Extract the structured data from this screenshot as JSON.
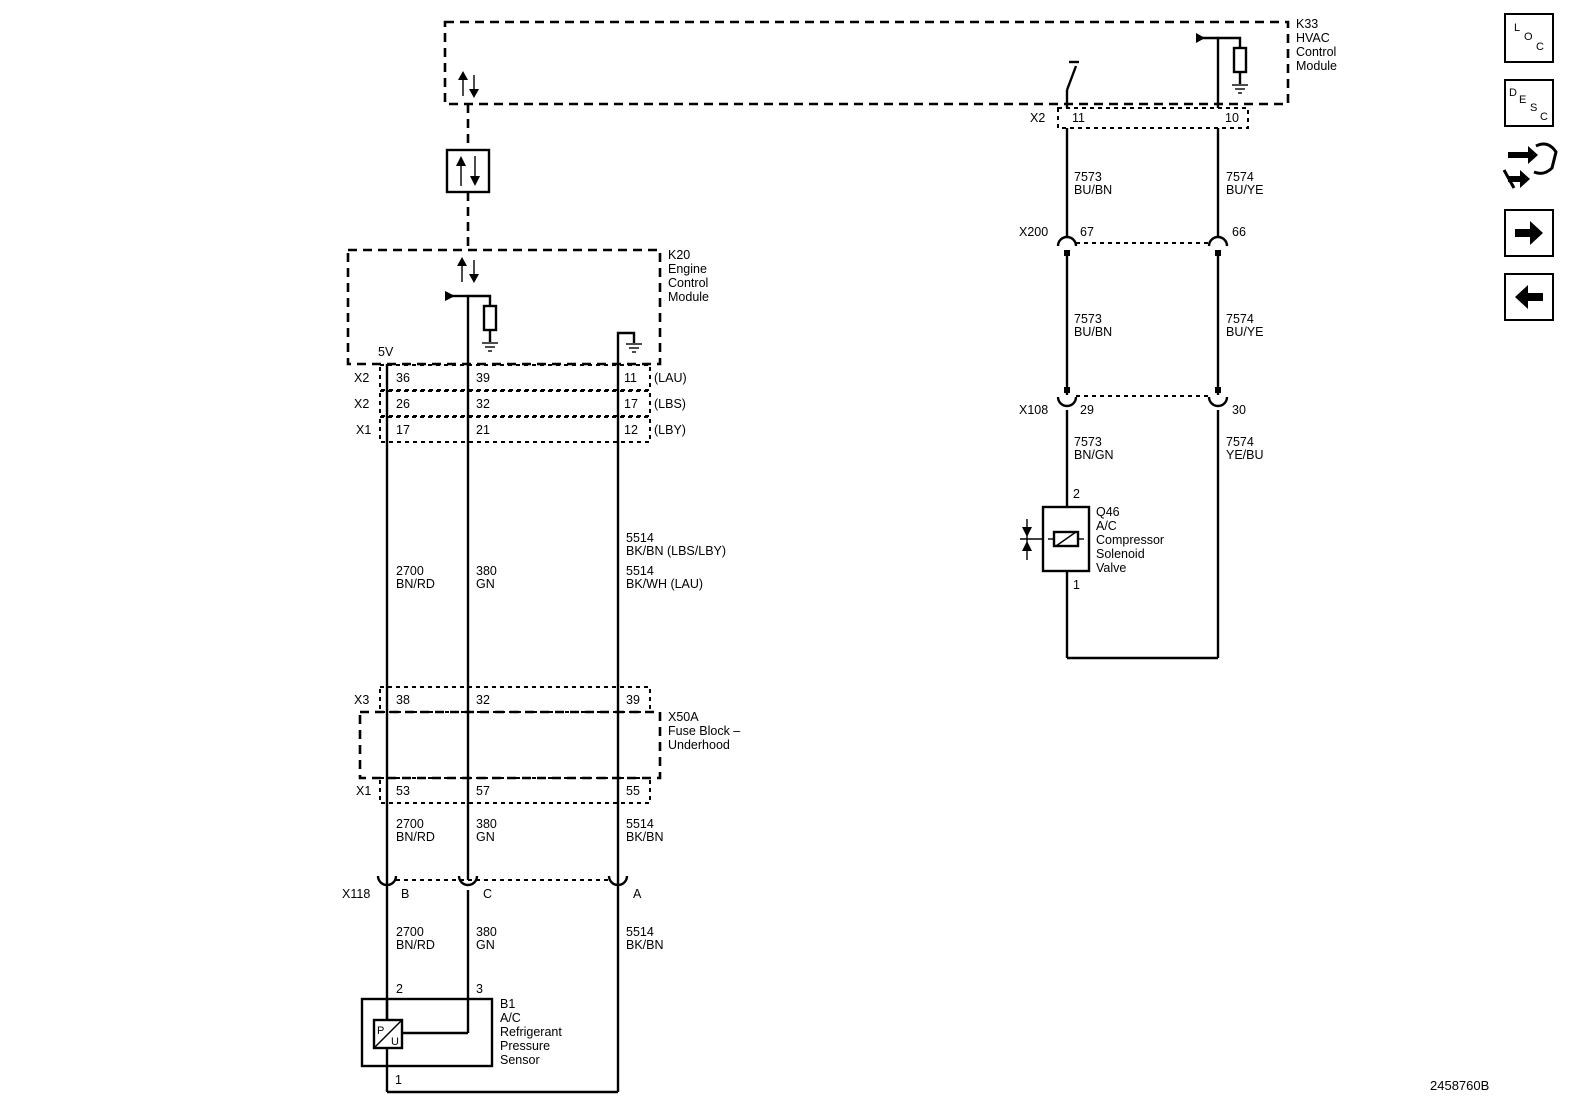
{
  "k33": {
    "id": "K33",
    "line1": "HVAC",
    "line2": "Control",
    "line3": "Module"
  },
  "k20": {
    "id": "K20",
    "line1": "Engine",
    "line2": "Control",
    "line3": "Module",
    "v5": "5V"
  },
  "x50a": {
    "id": "X50A",
    "line1": "Fuse Block –",
    "line2": "Underhood"
  },
  "b1": {
    "id": "B1",
    "line1": "A/C",
    "line2": "Refrigerant",
    "line3": "Pressure",
    "line4": "Sensor",
    "pin2": "2",
    "pin3": "3",
    "pin1": "1",
    "sym_p": "P",
    "sym_u": "U"
  },
  "q46": {
    "id": "Q46",
    "line1": "A/C",
    "line2": "Compressor",
    "line3": "Solenoid",
    "line4": "Valve",
    "pin2": "2",
    "pin1": "1"
  },
  "k20_connectors": [
    {
      "name": "X2",
      "pins": [
        "36",
        "39",
        "11"
      ],
      "variant": "(LAU)"
    },
    {
      "name": "X2",
      "pins": [
        "26",
        "32",
        "17"
      ],
      "variant": "(LBS)"
    },
    {
      "name": "X1",
      "pins": [
        "17",
        "21",
        "12"
      ],
      "variant": "(LBY)"
    }
  ],
  "x50a_connectors": [
    {
      "name": "X3",
      "pins": [
        "38",
        "32",
        "39"
      ]
    },
    {
      "name": "X1",
      "pins": [
        "53",
        "57",
        "55"
      ]
    }
  ],
  "x118": {
    "name": "X118",
    "pins": [
      "B",
      "C",
      "A"
    ]
  },
  "k33_connector": {
    "name": "X2",
    "pins": [
      "11",
      "10"
    ]
  },
  "x200": {
    "name": "X200",
    "pins": [
      "67",
      "66"
    ]
  },
  "x108": {
    "name": "X108",
    "pins": [
      "29",
      "30"
    ]
  },
  "wires": {
    "w2700_num": "2700",
    "w2700_color": "BN/RD",
    "w380_num": "380",
    "w380_color": "GN",
    "w5514_num": "5514",
    "w5514_a_color": "BK/BN (LBS/LBY)",
    "w5514_b_color": "BK/WH (LAU)",
    "w5514_color": "BK/BN",
    "w7573_num": "7573",
    "w7573_color": "BU/BN",
    "w7573_color_low": "BN/GN",
    "w7574_num": "7574",
    "w7574_color": "BU/YE",
    "w7574_color_low": "YE/BU"
  },
  "side_buttons": {
    "loc": {
      "a": "L",
      "b": "O",
      "c": "C",
      "icon": "loc-icon"
    },
    "desc": {
      "a": "D",
      "b": "E",
      "c": "S",
      "d": "C",
      "icon": "desc-icon"
    },
    "connector": {
      "icon": "connector-icon"
    },
    "next": {
      "icon": "arrow-right-icon"
    },
    "back": {
      "icon": "arrow-left-icon"
    }
  },
  "doc_number": "2458760B"
}
